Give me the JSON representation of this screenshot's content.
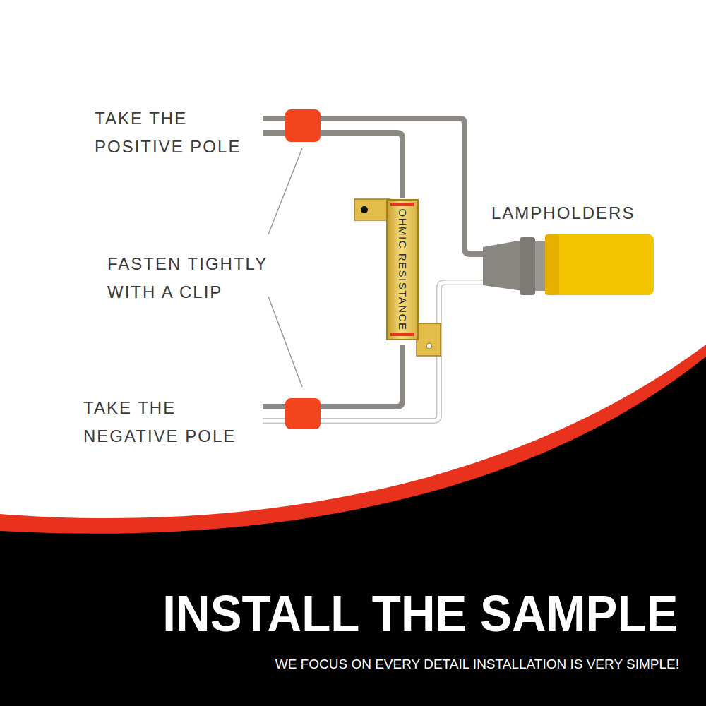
{
  "diagram": {
    "title": "INSTALL THE SAMPLE",
    "caption": "WE FOCUS ON EVERY DETAIL INSTALLATION IS VERY SIMPLE!",
    "nodes": [
      {
        "text": [
          "OHMIC RESISTANCE"
        ]
      }
    ],
    "labels": [
      "TAKE THE POSITIVE POLE",
      "FASTEN TIGHTLY WITH A CLIP",
      "TAKE THE NEGATIVE POLE",
      "LAMPHOLDERS"
    ]
  }
}
